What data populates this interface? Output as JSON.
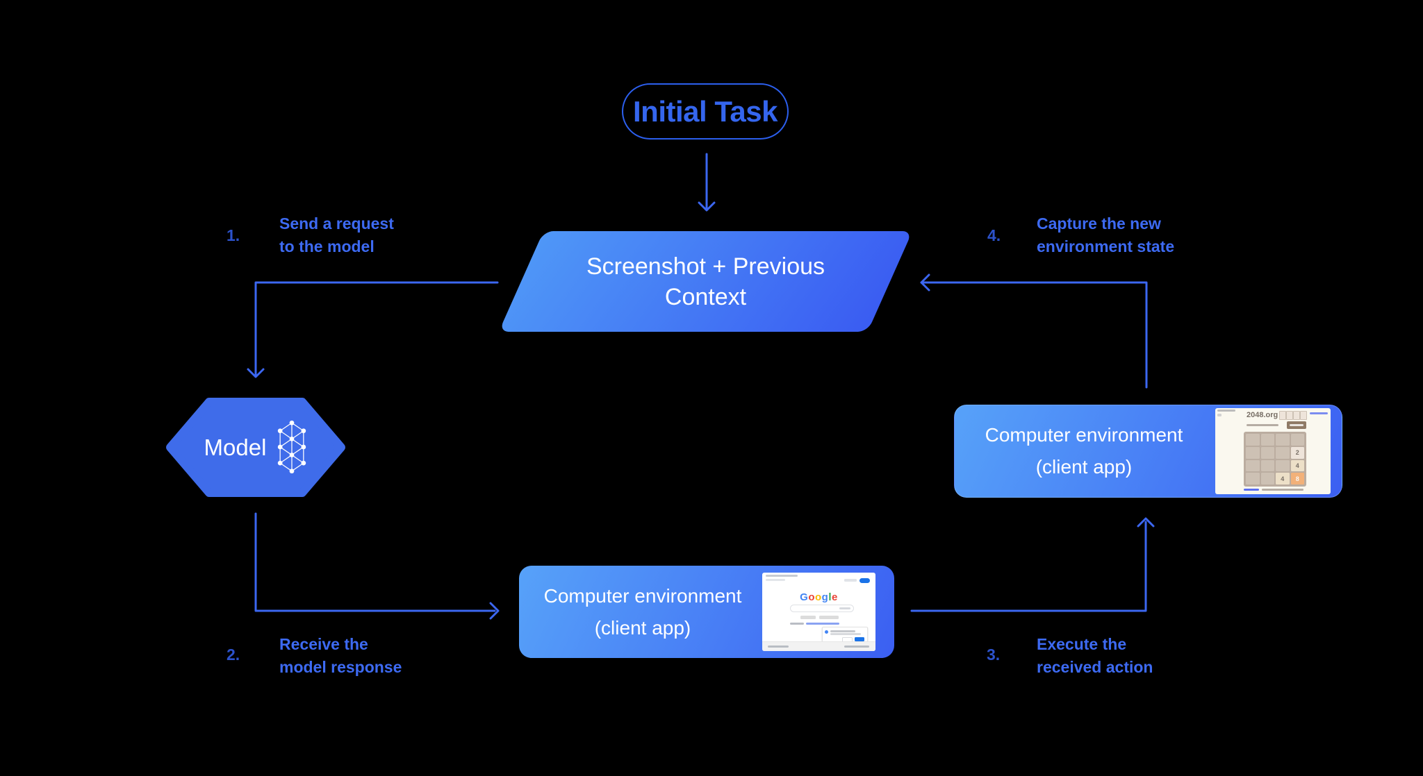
{
  "nodes": {
    "initial_task": {
      "label": "Initial Task"
    },
    "screenshot_context": {
      "lines": [
        "Screenshot + Previous",
        "Context"
      ]
    },
    "model": {
      "label": "Model"
    },
    "env_bottom": {
      "lines": [
        "Computer environment",
        "(client app)"
      ]
    },
    "env_right": {
      "lines": [
        "Computer environment",
        "(client app)"
      ]
    }
  },
  "steps": [
    {
      "num": "1.",
      "lines": [
        "Send a request",
        "to the model"
      ]
    },
    {
      "num": "2.",
      "lines": [
        "Receive the",
        "model response"
      ]
    },
    {
      "num": "3.",
      "lines": [
        "Execute the",
        "received action"
      ]
    },
    {
      "num": "4.",
      "lines": [
        "Capture the new",
        "environment state"
      ]
    }
  ],
  "thumbnails": {
    "google_search": {
      "logo_letters": [
        "G",
        "o",
        "o",
        "g",
        "l",
        "e"
      ],
      "logo_colors": [
        "#4285F4",
        "#EA4335",
        "#FBBC05",
        "#4285F4",
        "#34A853",
        "#EA4335"
      ]
    },
    "game_2048": {
      "site": "2048.org",
      "tiles": [
        [
          "",
          "",
          "",
          ""
        ],
        [
          "",
          "",
          "",
          "2"
        ],
        [
          "",
          "",
          "",
          "4"
        ],
        [
          "",
          "",
          "4",
          "8"
        ]
      ]
    }
  },
  "colors": {
    "background": "#000000",
    "connector": "#3c67f1",
    "step_number": "#2c52cb",
    "step_label": "#3d6af2",
    "outline_pill": "#2c5fee",
    "pill_text": "#3566ee",
    "hexagon": "#3f6cea",
    "parallelogram_gradient": [
      "#4f97f7",
      "#3a5cf2"
    ],
    "box_gradient": [
      "#57a2f9",
      "#3b5ff2"
    ],
    "google_blue": "#1a73e8",
    "tile_2": "#eee4da",
    "tile_4": "#ede0c8",
    "tile_8": "#f2b179"
  }
}
